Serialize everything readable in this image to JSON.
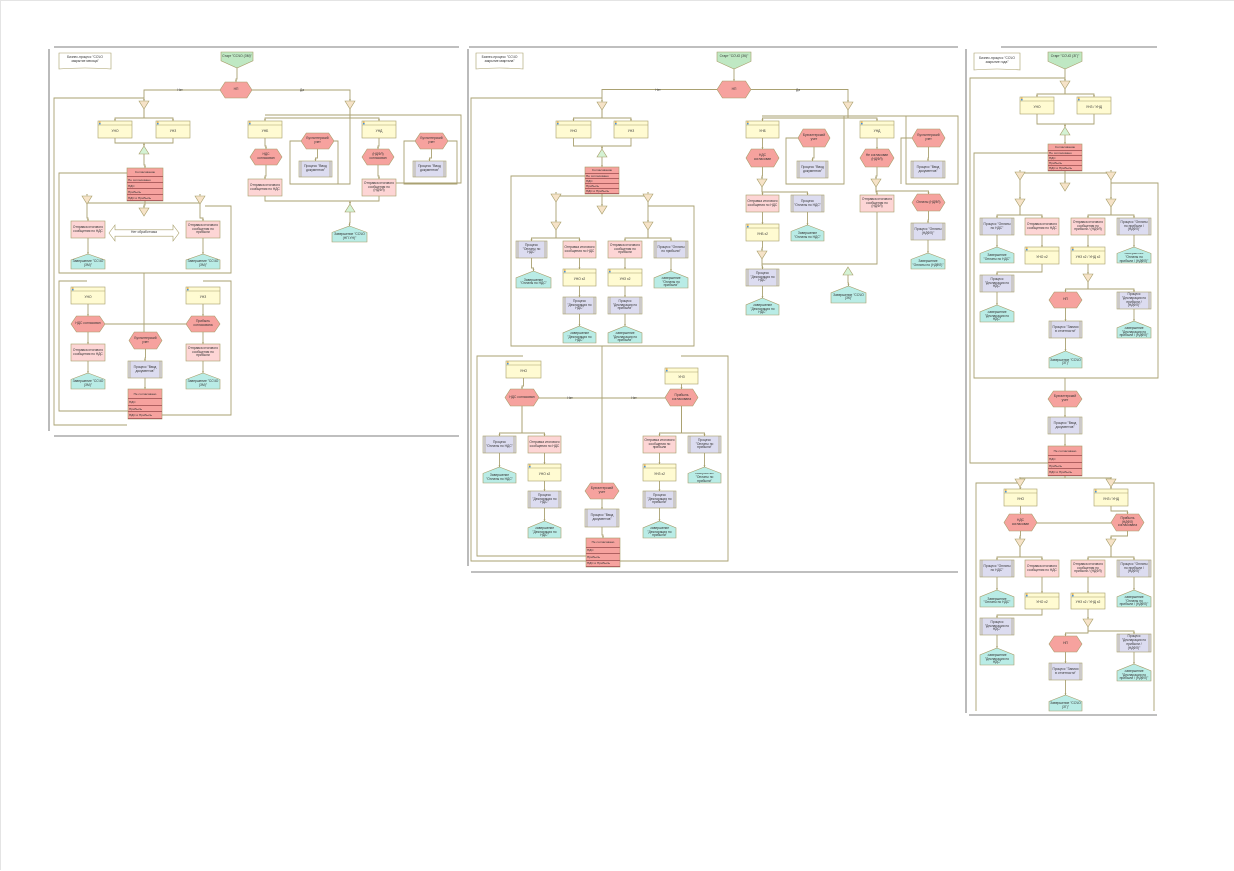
{
  "colors": {
    "line": "#aaa172",
    "role_fill": "#fffbd2",
    "decision_fill": "#f6a29e",
    "message_fill": "#fdd5d5",
    "process_fill": "#dcdcf0",
    "terminator_fill": "#b9ece6",
    "start_fill": "#bfe8c3",
    "gate_fill": "#f6e3c8",
    "gate_join_fill": "#d4f2d4"
  },
  "labels": {
    "note_month": "Бизнес-процесс \"ССЧО закрытие месяца\"",
    "note_quarter": "Бизнес-процесс \"ССЧО закрытие квартала\"",
    "note_year": "Бизнес-процесс \"ССЧО закрытие года\"",
    "start_zm": "Старт \"ССЧО (ЗМ)\"",
    "start_zk": "Старт \"ССЧО (ЗК)\"",
    "start_zg": "Старт \"ССЧО (ЗГ)\"",
    "np": "НП",
    "no": "Нет",
    "yes": "Да",
    "uno": "УНО",
    "unz": "УНЗ",
    "unb": "УНБ",
    "und": "УНД",
    "uno2": "УНО x2",
    "unz2": "УНЗ x2",
    "unb2": "УНБ x2",
    "unzund": "УНЗ / УНД",
    "unzund2": "УНЗ x2 / УНД x2",
    "agree": "Согласование",
    "not_agreed": "Не согласовано",
    "vat": "НДС",
    "profit": "Прибыль",
    "vat_profit": "НДС и Прибыль",
    "vat_ok": "НДС согласован",
    "profit_ok": "Прибыль согласована",
    "ndfl_ok": "(НДФЛ) согласован",
    "ndfl_not": "Не согласован (НДФЛ)",
    "profit_ndfl_ok": "Прибыль (НДФЛ) согласована",
    "acc": "Бухгалтерский учет",
    "proc_docs": "Процесс \"Ввод документов\"",
    "send_vat": "Отправка итогового сообщения по НДС",
    "send_profit": "Отправка итогового сообщения по прибыли",
    "send_ndfl": "Отправка итогового сообщения по (НДФЛ)",
    "send_profit_ndfl": "Отправка итогового сообщения по прибыли / (НДФЛ)",
    "no_handler": "Нет обработчика",
    "end_zm": "Завершение \"ССЧО (ЗМ)\"",
    "end_np": "Завершение \"ССЧО (НП УН)\"",
    "end_zk": "Завершение \"ССЧО (ЗК)\"",
    "end_zg": "Завершение \"ССЧО (ЗГ)\"",
    "proc_pay_vat": "Процесс \"Оплаты по НДС\"",
    "proc_pay_profit": "Процесс \"Оплаты по прибыли\"",
    "proc_pay_ndfl": "Процесс \"Оплаты (НДФЛ)\"",
    "proc_pay_profit_ndfl": "Процесс \"Оплаты по прибыли / (НДФЛ)\"",
    "end_pay_vat": "Завершение \"Оплаты по НДС\"",
    "end_pay_profit": "Завершение \"Оплаты по прибыли\"",
    "end_pay_ndfl": "Завершение \"Оплаты по (НДФЛ)\"",
    "end_pay_profit_ndfl": "Завершение \"Оплаты по прибыли / (НДФЛ)\"",
    "proc_decl_vat": "Процесс \"Декларация по НДС\"",
    "proc_decl_profit": "Процесс \"Декларация по прибыли\"",
    "proc_decl_profit_ndfl": "Процесс \"Декларация по прибыли / (НДФЛ)\"",
    "end_decl_vat": "Завершение \"Декларация по НДС\"",
    "end_decl_profit": "Завершение \"Декларация по прибыли\"",
    "end_decl_profit_ndfl": "Завершение \"Декларация по прибыли / (НДФЛ)\"",
    "pay_ndfl_hex": "Оплаты (НДФЛ)",
    "proc_reports": "Процесс \"Записи в отчетности\""
  }
}
